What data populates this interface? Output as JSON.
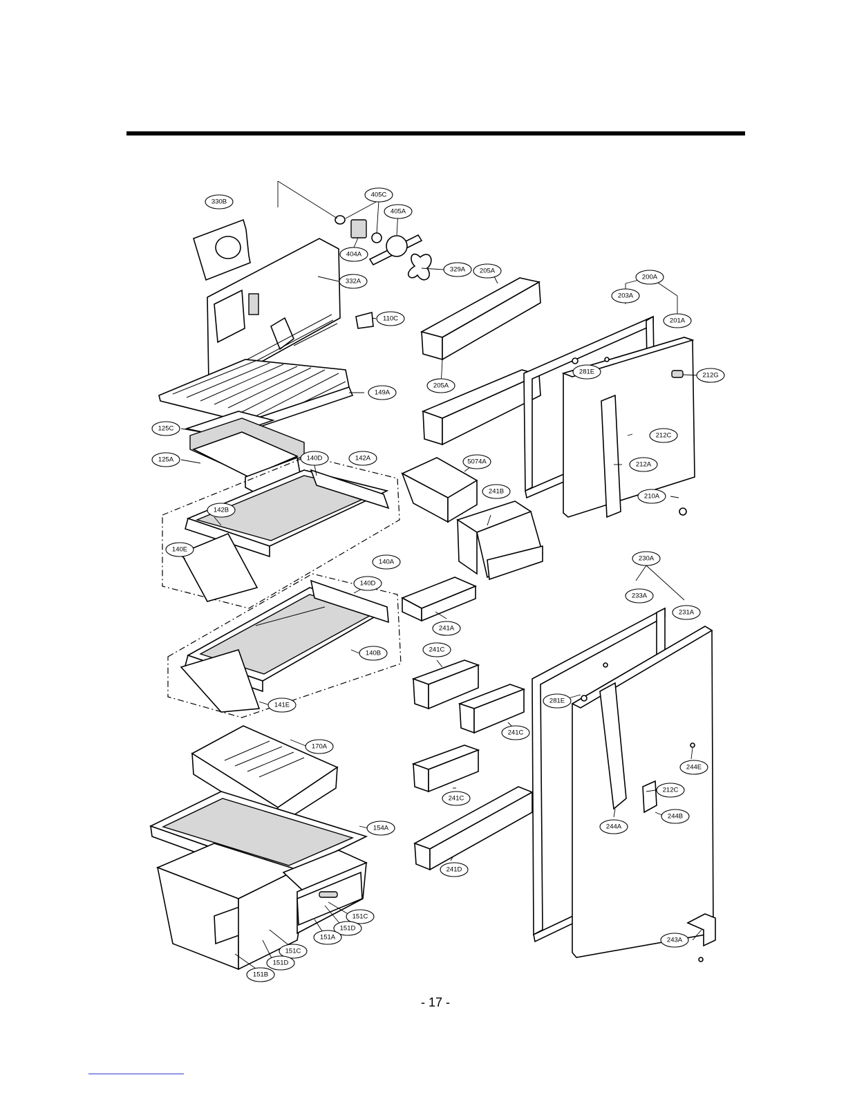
{
  "page": {
    "number": "- 17 -"
  },
  "diagram": {
    "callouts": [
      {
        "id": "330B",
        "label": "330B"
      },
      {
        "id": "405C",
        "label": "405C"
      },
      {
        "id": "405A",
        "label": "405A"
      },
      {
        "id": "404A",
        "label": "404A"
      },
      {
        "id": "329A",
        "label": "329A"
      },
      {
        "id": "332A",
        "label": "332A"
      },
      {
        "id": "110C",
        "label": "110C"
      },
      {
        "id": "205A-top",
        "label": "205A"
      },
      {
        "id": "205A-bottom",
        "label": "205A"
      },
      {
        "id": "200A",
        "label": "200A"
      },
      {
        "id": "203A",
        "label": "203A"
      },
      {
        "id": "201A",
        "label": "201A"
      },
      {
        "id": "212G",
        "label": "212G"
      },
      {
        "id": "281E-top",
        "label": "281E"
      },
      {
        "id": "212C-top",
        "label": "212C"
      },
      {
        "id": "212A",
        "label": "212A"
      },
      {
        "id": "210A",
        "label": "210A"
      },
      {
        "id": "149A",
        "label": "149A"
      },
      {
        "id": "125C",
        "label": "125C"
      },
      {
        "id": "125A",
        "label": "125A"
      },
      {
        "id": "140D-top",
        "label": "140D"
      },
      {
        "id": "142A",
        "label": "142A"
      },
      {
        "id": "142B",
        "label": "142B"
      },
      {
        "id": "140E",
        "label": "140E"
      },
      {
        "id": "5074A",
        "label": "5074A"
      },
      {
        "id": "241B",
        "label": "241B"
      },
      {
        "id": "140A",
        "label": "140A"
      },
      {
        "id": "140D-bottom",
        "label": "140D"
      },
      {
        "id": "140B",
        "label": "140B"
      },
      {
        "id": "141E",
        "label": "141E"
      },
      {
        "id": "241A",
        "label": "241A"
      },
      {
        "id": "230A",
        "label": "230A"
      },
      {
        "id": "233A",
        "label": "233A"
      },
      {
        "id": "231A",
        "label": "231A"
      },
      {
        "id": "241C-a",
        "label": "241C"
      },
      {
        "id": "241C-b",
        "label": "241C"
      },
      {
        "id": "241C-c",
        "label": "241C"
      },
      {
        "id": "281E-bottom",
        "label": "281E"
      },
      {
        "id": "244E",
        "label": "244E"
      },
      {
        "id": "212C-bottom",
        "label": "212C"
      },
      {
        "id": "244B",
        "label": "244B"
      },
      {
        "id": "244A",
        "label": "244A"
      },
      {
        "id": "170A",
        "label": "170A"
      },
      {
        "id": "154A",
        "label": "154A"
      },
      {
        "id": "241D",
        "label": "241D"
      },
      {
        "id": "151C-right",
        "label": "151C"
      },
      {
        "id": "151D-right",
        "label": "151D"
      },
      {
        "id": "151A",
        "label": "151A"
      },
      {
        "id": "151C-left",
        "label": "151C"
      },
      {
        "id": "151D-left",
        "label": "151D"
      },
      {
        "id": "151B",
        "label": "151B"
      },
      {
        "id": "243A",
        "label": "243A"
      }
    ]
  }
}
